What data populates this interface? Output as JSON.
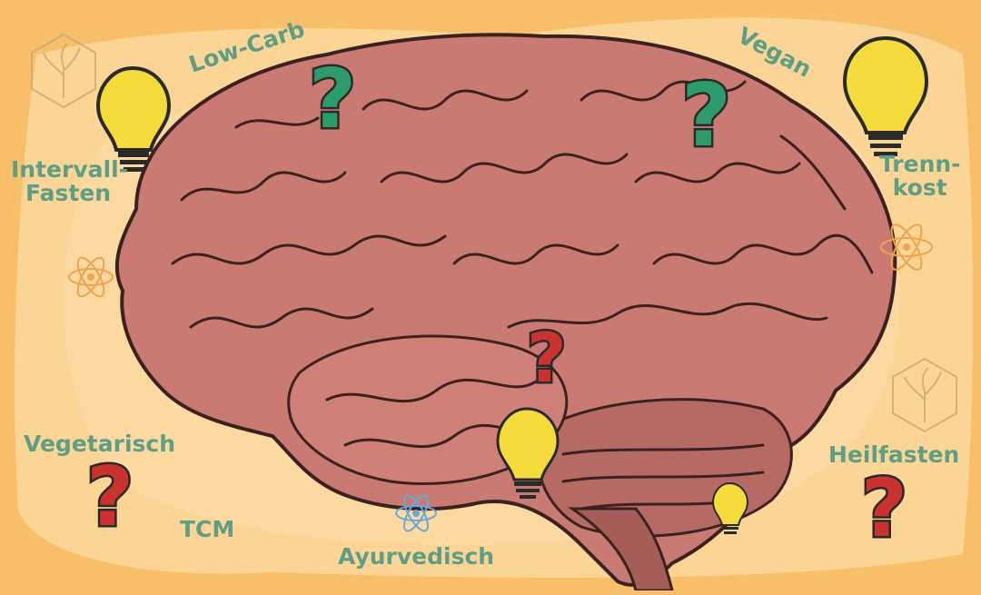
{
  "labels": {
    "low_carb": "Low-Carb",
    "vegan": "Vegan",
    "intervall_line1": "Intervall-",
    "intervall_line2": "Fasten",
    "trenn_line1": "Trenn-",
    "trenn_line2": "kost",
    "vegetarisch": "Vegetarisch",
    "heilfasten": "Heilfasten",
    "tcm": "TCM",
    "ayurvedisch": "Ayurvedisch"
  },
  "colors": {
    "background": "#f7bf6a",
    "blob": "#fbd596",
    "brain": "#c97a72",
    "brain_outline": "#3b2220",
    "label_text": "#5e9e85",
    "question_green": "#2e9c6a",
    "question_red": "#c9322f",
    "bulb": "#f5dc3c",
    "atom_orange": "#f0a24c",
    "atom_blue": "#6aa9d9",
    "logo": "#caa878"
  },
  "icons": [
    "question-mark-icon",
    "light-bulb-icon",
    "atom-icon",
    "tree-logo-icon"
  ]
}
